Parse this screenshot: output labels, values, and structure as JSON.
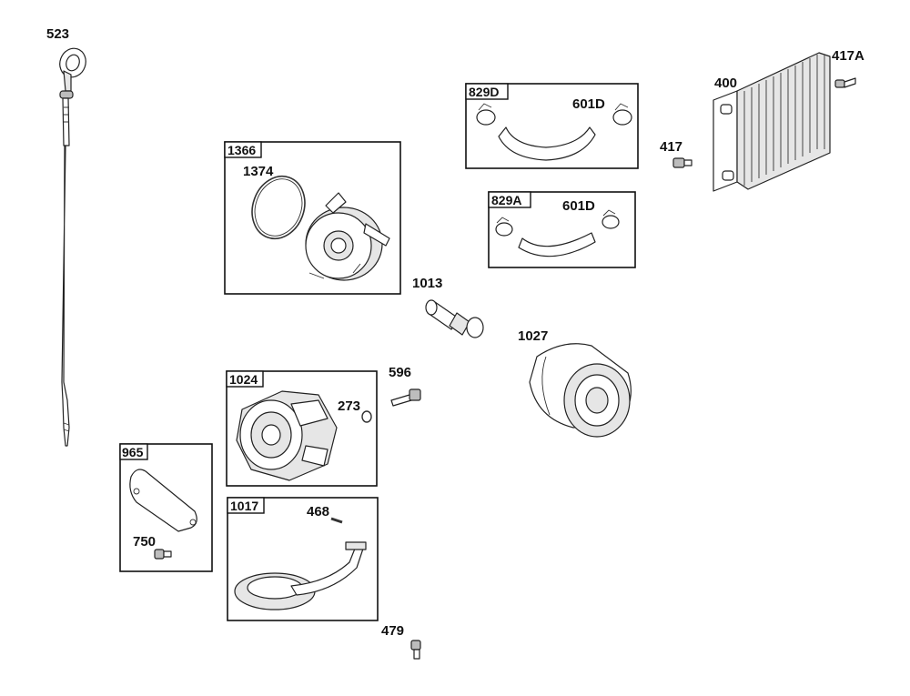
{
  "parts": {
    "dipstick": "523",
    "oil_cooler_assembly": "1366",
    "o_ring": "1374",
    "hose_kit_d": "829D",
    "clamp_d": "601D",
    "hose_kit_a": "829A",
    "clamp_a": "601D",
    "cooler": "400",
    "cooler_screw": "417A",
    "cooler_nut": "417",
    "adapter_fitting": "1013",
    "oil_filter": "1027",
    "oil_pump_assembly": "1024",
    "pump_screw": "596",
    "pump_oring": "273",
    "gasket_box": "965",
    "gasket_screw": "750",
    "pickup_assembly": "1017",
    "pickup_pin": "468",
    "pickup_screw": "479"
  }
}
